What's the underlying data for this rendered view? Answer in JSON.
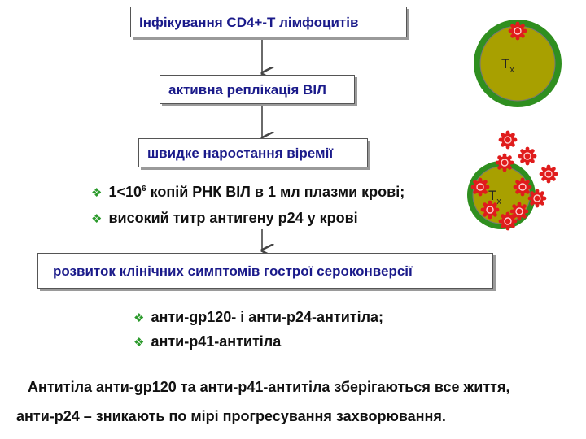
{
  "steps": {
    "infection": "Інфікування CD4+-Т лімфоцитів",
    "replication": "активна реплікація ВІЛ",
    "viremia": "швидке наростання віремії",
    "symptoms": "розвиток клінічних симптомів гострої сероконверсії"
  },
  "viremia_points": {
    "p1_prefix": "1",
    "p1_sep": "<",
    "p1_base": "10",
    "p1_exp": "6",
    "p1_rest": " копій РНК ВІЛ в 1 мл плазми крові;",
    "p2": "високий титр антигену р24 у крові"
  },
  "antibody_points": {
    "p1": "анти-gp120- і анти-р24-антитіла;",
    "p2": "анти-р41-антитіла"
  },
  "conclusion": {
    "line1": "Антитіла анти-gp120 та анти-р41-антитіла зберігаються все життя,",
    "line2": "анти-р24 – зникають по мірі прогресування захворювання."
  },
  "cells": {
    "label": "T",
    "sub": "x"
  },
  "colors": {
    "box_text": "#1a1a8a",
    "bullet": "#2b9a2b",
    "cell_outer": "#2f8f1f",
    "cell_inner": "#a8a000",
    "virus": "#e01c1c"
  }
}
